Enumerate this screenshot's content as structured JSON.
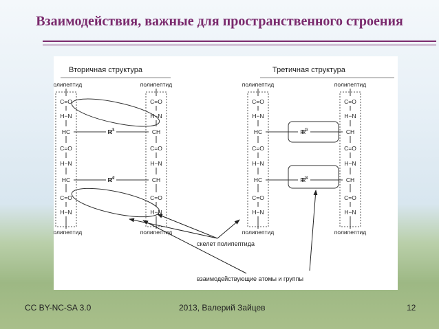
{
  "slide": {
    "title": "Взаимодействия, важные для пространственного строения",
    "footer": {
      "license": "CC BY-NC-SA 3.0",
      "author": "2013, Валерий Зайцев",
      "page": "12"
    }
  },
  "diagram": {
    "secondary_title": "Вторичная структура",
    "tertiary_title": "Третичная структура",
    "chain_label": "полипептид",
    "backbone_label": "скелет полипептида",
    "interacting_label": "взаимодействующие атомы и группы",
    "atoms": {
      "co": "C=O",
      "hn": "H−N",
      "hc": "HC",
      "ch": "CH",
      "r": "R"
    },
    "r_indices": [
      "1",
      "2",
      "3",
      "4"
    ]
  }
}
